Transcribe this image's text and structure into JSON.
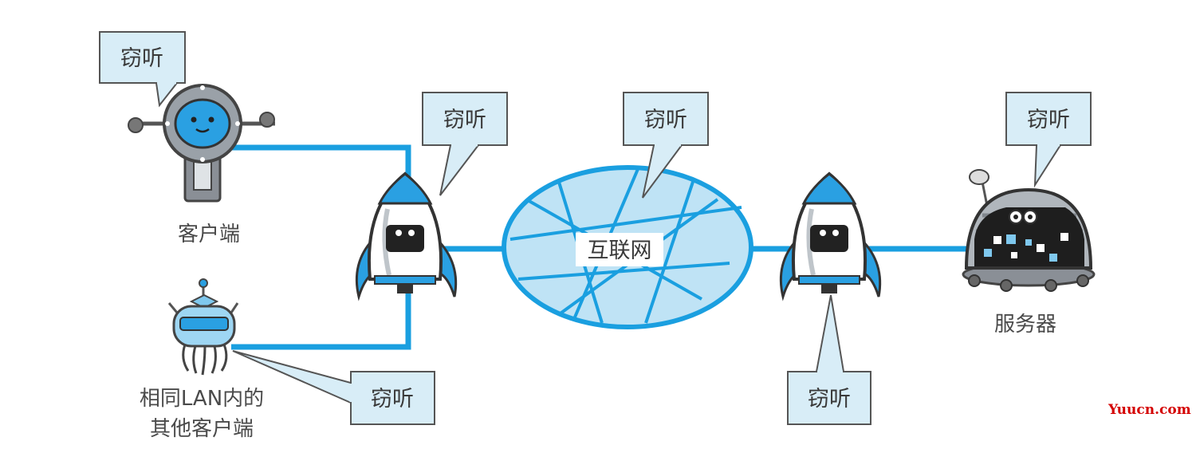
{
  "callouts": {
    "client": "窃听",
    "router_left": "窃听",
    "internet": "窃听",
    "server": "窃听",
    "lan_client": "窃听",
    "router_right": "窃听"
  },
  "nodes": {
    "client_label": "客户端",
    "lan_client_label_line1": "相同LAN内的",
    "lan_client_label_line2": "其他客户端",
    "internet_label": "互联网",
    "server_label": "服务器"
  },
  "watermark": "Yuucn.com",
  "colors": {
    "link": "#1a9fe0",
    "callout_fill": "#d8edf7",
    "callout_stroke": "#555555",
    "internet_fill": "#bfe3f5",
    "watermark": "#d40000"
  },
  "icons": {
    "client": "robot-icon",
    "lan_client": "octopus-robot-icon",
    "router": "rocket-icon",
    "internet": "network-cloud-icon",
    "server": "dome-robot-icon"
  }
}
